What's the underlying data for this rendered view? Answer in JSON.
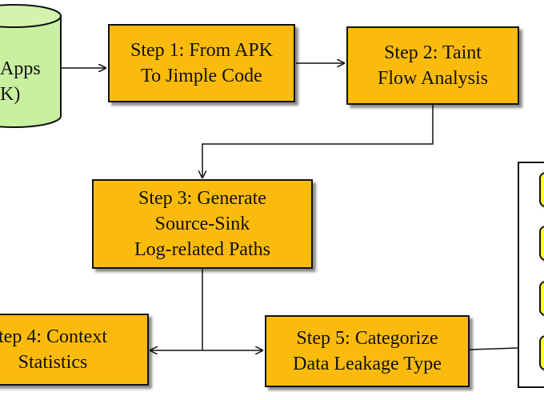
{
  "colors": {
    "step_fill": "#fbbb0c",
    "db_fill": "#c9f0a0",
    "mini_fill": "#ffff33",
    "stroke": "#111111"
  },
  "database": {
    "label": "Apps\nK)"
  },
  "steps": {
    "step1": "Step 1: From APK\nTo Jimple Code",
    "step2": "Step 2: Taint\nFlow Analysis",
    "step3": "Step 3: Generate\nSource-Sink\nLog-related Paths",
    "step4": "tep 4: Context\nStatistics",
    "step5": "Step 5: Categorize\nData Leakage Type"
  },
  "right_panel": {
    "item_count": 4
  }
}
